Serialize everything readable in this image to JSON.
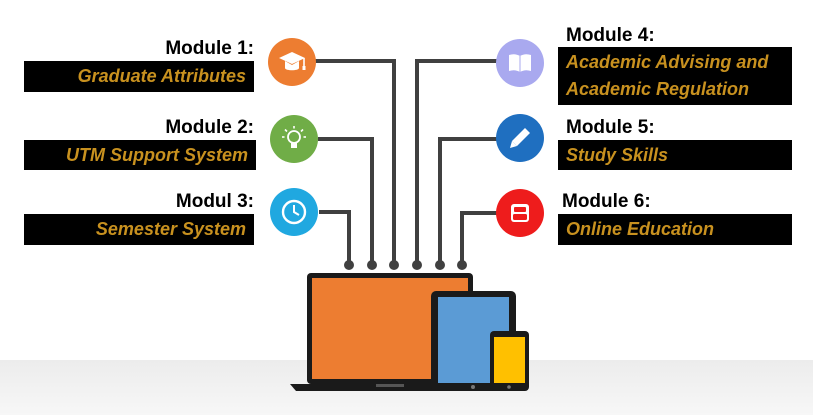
{
  "modules": [
    {
      "heading": "Module 1:",
      "title_lines": [
        "Graduate Attributes"
      ],
      "icon": "graduation-cap-icon",
      "color": "#ed7d31"
    },
    {
      "heading": "Module 2:",
      "title_lines": [
        "UTM Support System"
      ],
      "icon": "lightbulb-icon",
      "color": "#70ad47"
    },
    {
      "heading": "Modul 3:",
      "title_lines": [
        "Semester System"
      ],
      "icon": "clock-icon",
      "color": "#20a8e0"
    },
    {
      "heading": "Module 4:",
      "title_lines": [
        "Academic Advising and",
        "Academic Regulation"
      ],
      "icon": "book-icon",
      "color": "#a9a9ef"
    },
    {
      "heading": "Module 5:",
      "title_lines": [
        "Study Skills"
      ],
      "icon": "pencil-icon",
      "color": "#1f6fc0"
    },
    {
      "heading": "Module 6:",
      "title_lines": [
        "Online Education"
      ],
      "icon": "youtube-icon",
      "color": "#ee1c1c"
    }
  ],
  "colors": {
    "label_bg": "#000000",
    "label_text": "#c8911f",
    "wire": "#404040",
    "laptop_screen": "#ed7d31",
    "tablet_screen": "#5b9bd5",
    "phone_screen": "#ffc000"
  }
}
